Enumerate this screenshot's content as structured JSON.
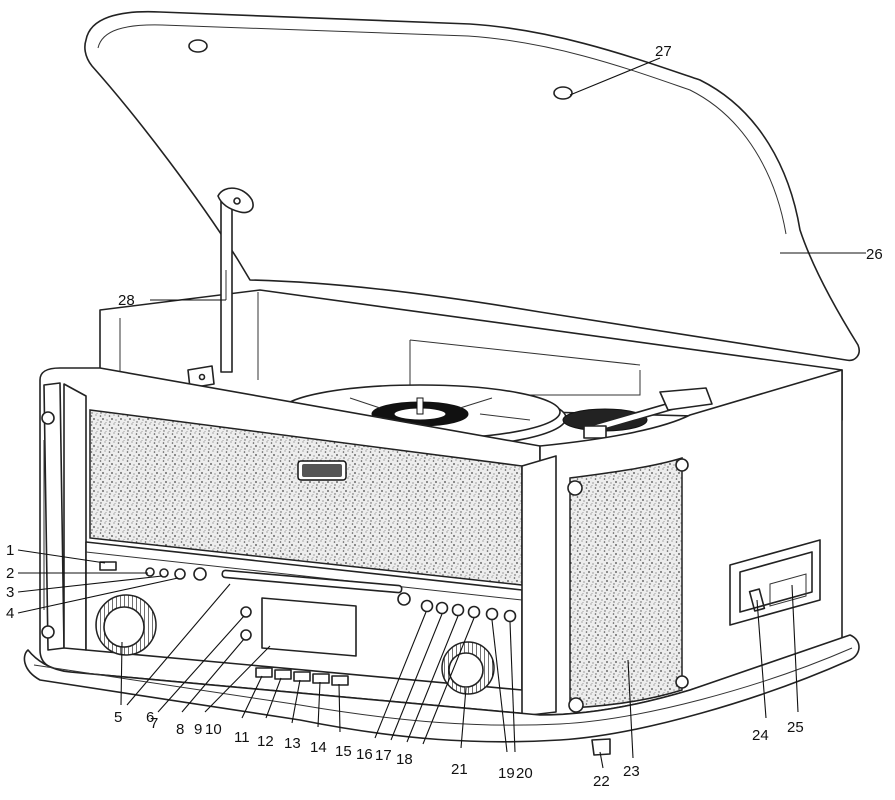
{
  "callouts": [
    {
      "id": "1",
      "label": "1"
    },
    {
      "id": "2",
      "label": "2"
    },
    {
      "id": "3",
      "label": "3"
    },
    {
      "id": "4",
      "label": "4"
    },
    {
      "id": "5",
      "label": "5"
    },
    {
      "id": "6",
      "label": "6"
    },
    {
      "id": "7",
      "label": "7"
    },
    {
      "id": "8",
      "label": "8"
    },
    {
      "id": "9",
      "label": "9"
    },
    {
      "id": "10",
      "label": "10"
    },
    {
      "id": "11",
      "label": "11"
    },
    {
      "id": "12",
      "label": "12"
    },
    {
      "id": "13",
      "label": "13"
    },
    {
      "id": "14",
      "label": "14"
    },
    {
      "id": "15",
      "label": "15"
    },
    {
      "id": "16",
      "label": "16"
    },
    {
      "id": "17",
      "label": "17"
    },
    {
      "id": "18",
      "label": "18"
    },
    {
      "id": "19",
      "label": "19"
    },
    {
      "id": "20",
      "label": "20"
    },
    {
      "id": "21",
      "label": "21"
    },
    {
      "id": "22",
      "label": "22"
    },
    {
      "id": "23",
      "label": "23"
    },
    {
      "id": "24",
      "label": "24"
    },
    {
      "id": "25",
      "label": "25"
    },
    {
      "id": "26",
      "label": "26"
    },
    {
      "id": "27",
      "label": "27"
    },
    {
      "id": "28",
      "label": "28"
    }
  ],
  "colors": {
    "line": "#222222",
    "speaker_fabric": "#e9e9e9",
    "background": "#ffffff"
  }
}
